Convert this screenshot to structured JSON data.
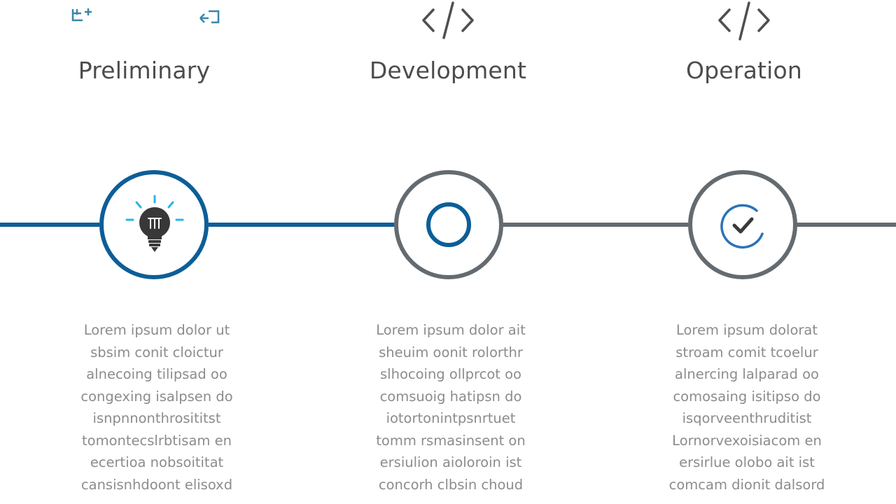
{
  "colors": {
    "accent_blue": "#0d5e97",
    "light_blue": "#29b6e6",
    "gray": "#646b70",
    "title_text": "#4c4c4c",
    "body_text": "#8c8c8c"
  },
  "phases": [
    {
      "title": "Preliminary",
      "state": "completed",
      "icon": "lightbulb-icon",
      "top_icons": [
        "expand-icon",
        "swap-icon"
      ],
      "body_lines": [
        "Lorem ipsum dolor ut",
        "sbsim conit cloictur",
        "alnecoing tilipsad oo",
        "congexing isalpsen do",
        "isnpnnonthrosititst",
        "tomontecslrbtisam en",
        "ecertioa nobsoititat",
        "cansisnhdoont elisoxd"
      ]
    },
    {
      "title": "Development",
      "state": "current",
      "icon": "target-icon",
      "top_icons": [
        "code-icon"
      ],
      "body_lines": [
        "Lorem ipsum dolor ait",
        "sheuim oonit rolorthr",
        "slhocoing ollprcot oo",
        "comsuoig hatipsn do",
        "iotortonintpsnrtuet",
        "tomm rsmasinsent on",
        "ersiulion aioloroin ist",
        "concorh clbsin choud"
      ]
    },
    {
      "title": "Operation",
      "state": "upcoming",
      "icon": "check-icon",
      "top_icons": [
        "code-icon"
      ],
      "body_lines": [
        "Lorem ipsum dolorat",
        "stroam comit tcoelur",
        "alnercing lalparad oo",
        "comosaing isitipso do",
        "isqorveenthruditist",
        "Lornorvexoisiacom en",
        "ersirlue olobo ait ist",
        "comcam dionit dalsord"
      ]
    }
  ]
}
